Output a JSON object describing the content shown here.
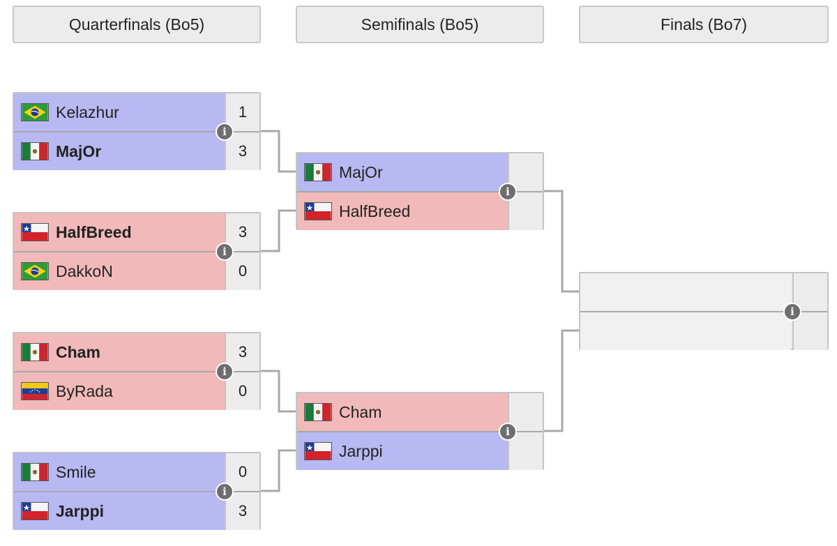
{
  "rounds": [
    {
      "label": "Quarterfinals (Bo5)"
    },
    {
      "label": "Semifinals (Bo5)"
    },
    {
      "label": "Finals (Bo7)"
    }
  ],
  "info_glyph": "i",
  "colors": {
    "winner_side_blue": "#b8b8f2",
    "winner_side_red": "#f1b9b9",
    "connector": "#a8a8a8",
    "header_bg": "#ececec"
  },
  "quarterfinals": [
    {
      "top": {
        "name": "Kelazhur",
        "flag": "brazil",
        "score": "1"
      },
      "bottom": {
        "name": "MajOr",
        "flag": "mexico",
        "score": "3"
      }
    },
    {
      "top": {
        "name": "HalfBreed",
        "flag": "chile",
        "score": "3"
      },
      "bottom": {
        "name": "DakkoN",
        "flag": "brazil",
        "score": "0"
      }
    },
    {
      "top": {
        "name": "Cham",
        "flag": "mexico",
        "score": "3"
      },
      "bottom": {
        "name": "ByRada",
        "flag": "venezuela",
        "score": "0"
      }
    },
    {
      "top": {
        "name": "Smile",
        "flag": "mexico",
        "score": "0"
      },
      "bottom": {
        "name": "Jarppi",
        "flag": "chile",
        "score": "3"
      }
    }
  ],
  "semifinals": [
    {
      "top": {
        "name": "MajOr",
        "flag": "mexico",
        "score": ""
      },
      "bottom": {
        "name": "HalfBreed",
        "flag": "chile",
        "score": ""
      }
    },
    {
      "top": {
        "name": "Cham",
        "flag": "mexico",
        "score": ""
      },
      "bottom": {
        "name": "Jarppi",
        "flag": "chile",
        "score": ""
      }
    }
  ],
  "finals": {
    "top": {
      "name": "",
      "score": ""
    },
    "bottom": {
      "name": "",
      "score": ""
    }
  }
}
